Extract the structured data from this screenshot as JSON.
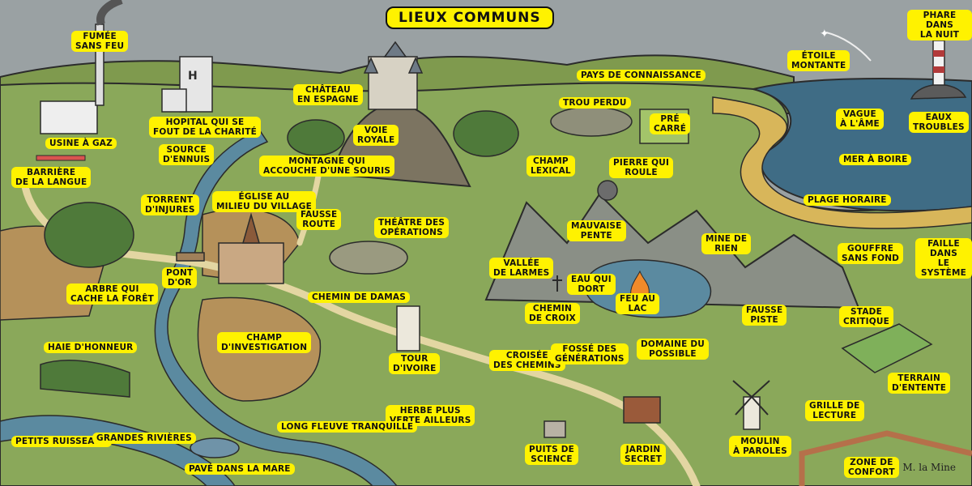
{
  "title": "Lieux Communs",
  "signature": "M. la Mine",
  "labels": {
    "fumee": "Fumée\nsans feu",
    "hopital": "Hopital qui se\nfout de la charité",
    "chateau": "Château\nen Espagne",
    "pays": "Pays de connaissance",
    "phare": "Phare dans\nla nuit",
    "etoile": "Étoile\nmontante",
    "usine": "Usine à gaz",
    "source": "Source\nd'ennuis",
    "voie": "Voie\nroyale",
    "trou": "Trou perdu",
    "pre": "Pré\ncarré",
    "vague": "Vague\nà l'âme",
    "eaux": "Eaux\ntroubles",
    "barriere": "Barrière\nde la langue",
    "montagne": "Montagne qui\naccouche d'une souris",
    "champlex": "Champ\nlexical",
    "pierre": "Pierre qui\nroule",
    "merboire": "Mer à boire",
    "torrent": "Torrent\nd'injures",
    "eglise": "Église au\nmilieu du village",
    "fausseroute": "Fausse\nroute",
    "theatre": "Théâtre des\nopérations",
    "plage": "Plage horaire",
    "mauvaise": "Mauvaise\npente",
    "minerien": "Mine de\nrien",
    "gouffre": "Gouffre\nsans fond",
    "faille": "Faille dans\nle système",
    "arbre": "Arbre qui\ncache la forêt",
    "pontor": "Pont\nd'or",
    "vallee": "Vallée\nde larmes",
    "eauqui": "Eau qui\ndort",
    "feulac": "Feu au\nlac",
    "chemindamas": "Chemin de Damas",
    "chemincroix": "Chemin\nde croix",
    "faussepiste": "Fausse\npiste",
    "stade": "Stade\ncritique",
    "haie": "Haie d'honneur",
    "champinv": "Champ\nd'investigation",
    "tour": "Tour\nd'ivoire",
    "croisee": "Croisée\ndes chemins",
    "fosse": "Fossé des\ngénérations",
    "domaine": "Domaine du\npossible",
    "terrain": "Terrain\nd'entente",
    "ruisseaux": "Petits ruisseaux",
    "rivieres": "Grandes rivières",
    "herbe": "Herbe plus\nverte ailleurs",
    "fleuve": "Long fleuve tranquille",
    "grille": "Grille de\nlecture",
    "pave": "Pavé dans la mare",
    "puits": "Puits de\nscience",
    "jardin": "Jardin\nsecret",
    "moulin": "Moulin\nà paroles",
    "zone": "Zone de\nconfort"
  }
}
